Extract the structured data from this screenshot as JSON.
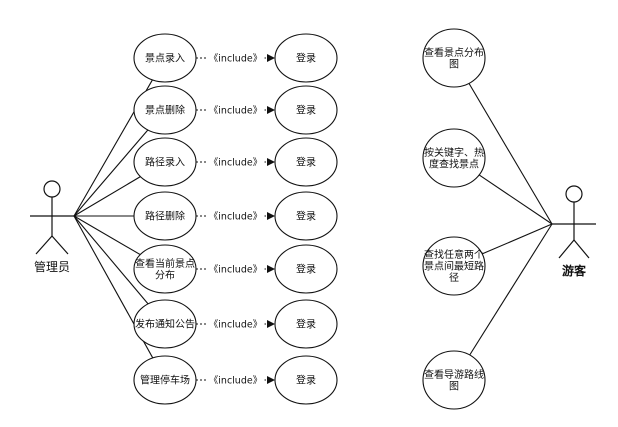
{
  "admin": {
    "actor_label": "管理员",
    "use_cases": [
      {
        "lines": [
          "景点录入"
        ]
      },
      {
        "lines": [
          "景点删除"
        ]
      },
      {
        "lines": [
          "路径录入"
        ]
      },
      {
        "lines": [
          "路径删除"
        ]
      },
      {
        "lines": [
          "查看当前景点",
          "分布"
        ]
      },
      {
        "lines": [
          "发布通知公告"
        ]
      },
      {
        "lines": [
          "管理停车场"
        ]
      }
    ],
    "include_label": "《include》",
    "login_label": "登录"
  },
  "visitor": {
    "actor_label": "游客",
    "use_cases": [
      {
        "lines": [
          "查看景点分布",
          "图"
        ]
      },
      {
        "lines": [
          "按关键字、热",
          "度查找景点"
        ]
      },
      {
        "lines": [
          "查找任意两个",
          "景点间最短路",
          "径"
        ]
      },
      {
        "lines": [
          "查看导游路线",
          "图"
        ]
      }
    ]
  }
}
